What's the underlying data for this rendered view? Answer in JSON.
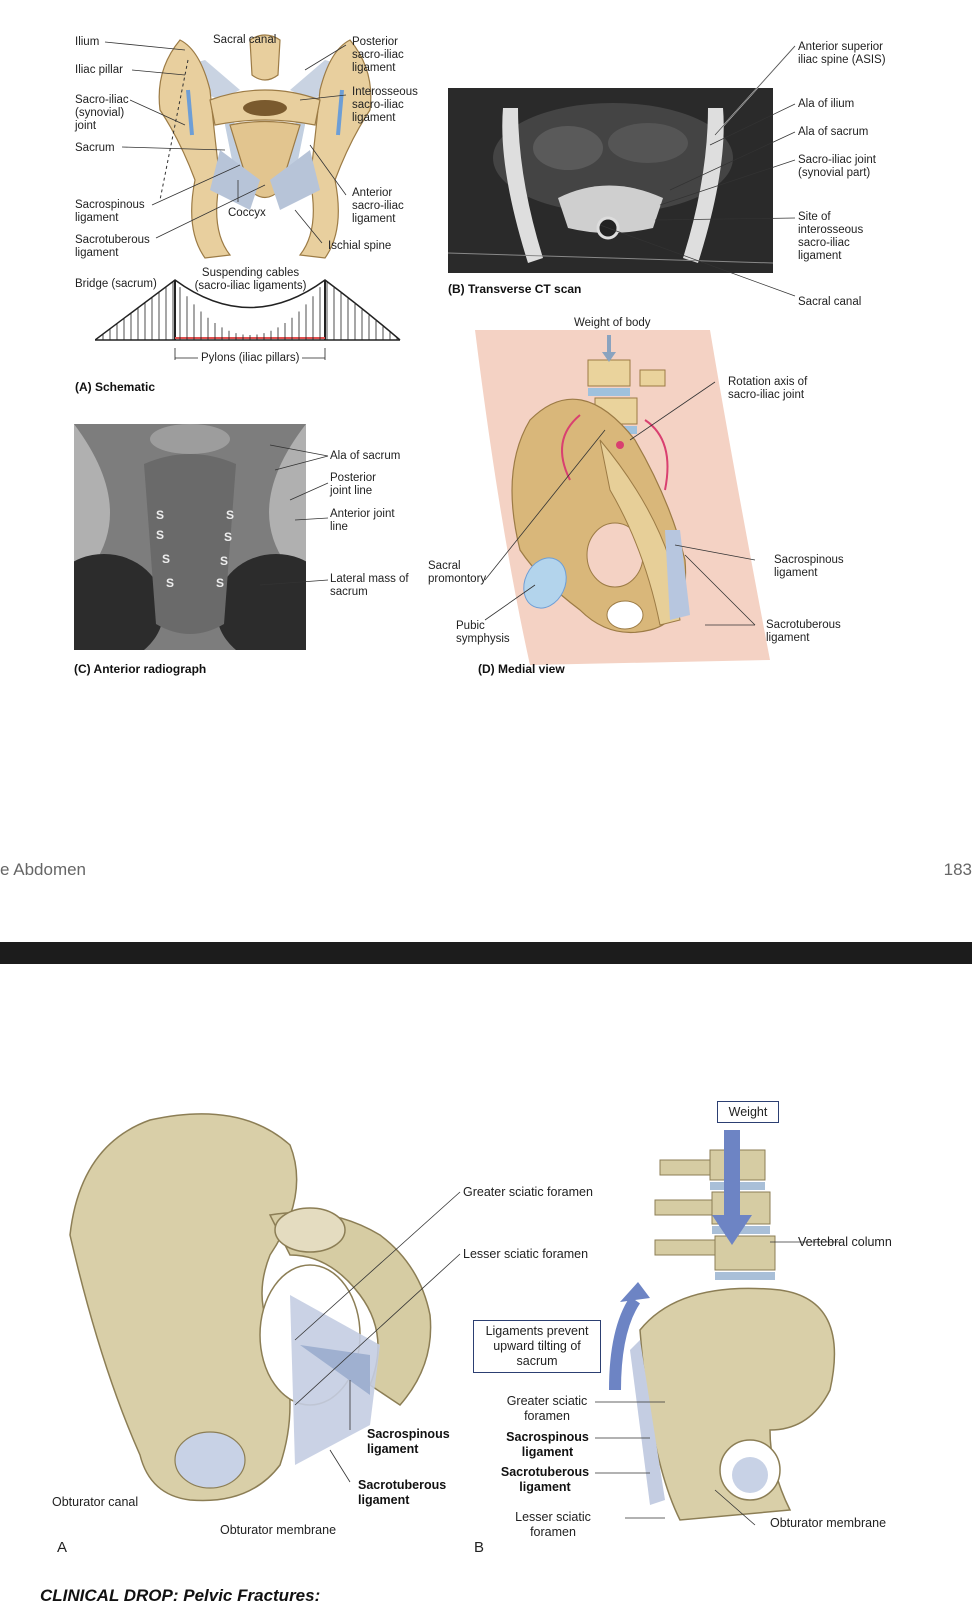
{
  "figure_a": {
    "labels": {
      "ilium": "Ilium",
      "iliac_pillar": "Iliac pillar",
      "sacroiliac_joint": "Sacro-iliac (synovial) joint",
      "sacrum": "Sacrum",
      "sacrospinous": "Sacrospinous ligament",
      "sacrotuberous": "Sacrotuberous ligament",
      "sacral_canal": "Sacral canal",
      "coccyx": "Coccyx",
      "posterior_si": "Posterior sacro-iliac ligament",
      "interosseous_si": "Interosseous sacro-iliac ligament",
      "anterior_si": "Anterior sacro-iliac ligament",
      "ischial_spine": "Ischial spine",
      "bridge": "Bridge (sacrum)",
      "suspending": "Suspending cables (sacro-iliac ligaments)",
      "pylons": "Pylons (iliac pillars)"
    },
    "caption": "(A) Schematic"
  },
  "figure_b": {
    "labels": {
      "asis": "Anterior superior iliac spine (ASIS)",
      "ala_ilium": "Ala of ilium",
      "ala_sacrum": "Ala of sacrum",
      "si_joint": "Sacro-iliac joint (synovial part)",
      "interosseous_site": "Site of interosseous sacro-iliac ligament",
      "sacral_canal": "Sacral canal"
    },
    "caption": "(B) Transverse CT scan"
  },
  "figure_c": {
    "labels": {
      "ala_sacrum": "Ala of sacrum",
      "posterior_joint": "Posterior joint line",
      "anterior_joint": "Anterior joint line",
      "lateral_mass": "Lateral mass of sacrum",
      "s_marker": "S"
    },
    "caption": "(C) Anterior radiograph"
  },
  "figure_d": {
    "labels": {
      "weight": "Weight of body",
      "rotation_axis": "Rotation axis of sacro-iliac joint",
      "sacral_promontory": "Sacral promontory",
      "pubic_symphysis": "Pubic symphysis",
      "sacrospinous": "Sacrospinous ligament",
      "sacrotuberous": "Sacrotuberous ligament"
    },
    "caption": "(D) Medial view"
  },
  "footer": {
    "left": "e Abdomen",
    "page_number": "183"
  },
  "figure_2a": {
    "labels": {
      "greater_sciatic": "Greater sciatic foramen",
      "lesser_sciatic": "Lesser sciatic foramen",
      "sacrospinous": "Sacrospinous ligament",
      "sacrotuberous": "Sacrotuberous ligament",
      "obturator_canal": "Obturator canal",
      "obturator_membrane": "Obturator membrane"
    },
    "panel": "A"
  },
  "figure_2b": {
    "labels": {
      "weight": "Weight",
      "vertebral_column": "Vertebral column",
      "ligaments_prevent": "Ligaments prevent upward tilting of sacrum",
      "greater_sciatic": "Greater sciatic foramen",
      "sacrospinous": "Sacrospinous ligament",
      "sacrotuberous": "Sacrotuberous ligament",
      "lesser_sciatic": "Lesser sciatic foramen",
      "obturator_membrane": "Obturator membrane"
    },
    "panel": "B"
  },
  "clinical_heading": "CLINICAL DROP: Pelvic Fractures:",
  "colors": {
    "bone": "#e8cf9e",
    "ligament": "#b9c6da",
    "ct_background": "#2a2a2a",
    "skin": "#f4d2c4",
    "accent_arrow": "#6d84c4",
    "divider_band": "#1c1c1c"
  }
}
